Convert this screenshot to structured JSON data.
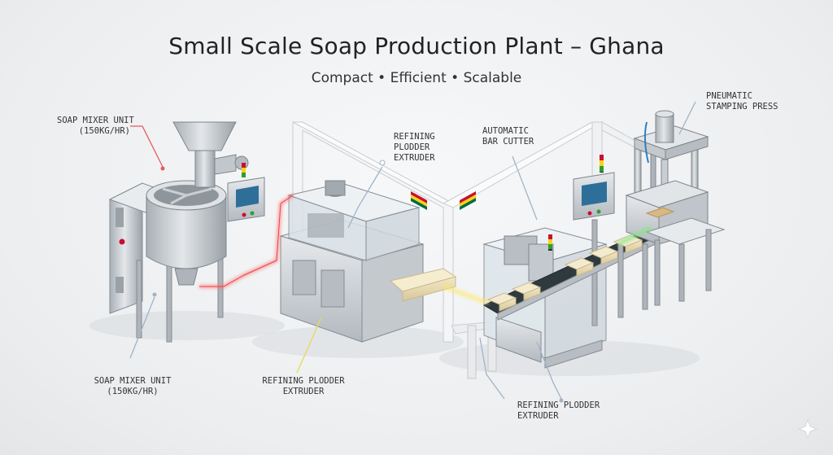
{
  "header": {
    "title": "Small Scale Soap Production Plant – Ghana",
    "subtitle": "Compact • Efficient • Scalable"
  },
  "callouts": {
    "mixer_top": {
      "line1": "SOAP MIXER UNIT",
      "line2": "(150kg/hr)"
    },
    "plodder_top": {
      "line1": "REFINING",
      "line2": "PLODDER",
      "line3": "EXTRUDER"
    },
    "cutter_top": {
      "line1": "AUTOMATIC",
      "line2": "BAR CUTTER"
    },
    "press_top": {
      "line1": "PNEUMATIC",
      "line2": "STAMPING PRESS"
    },
    "mixer_bottom": {
      "line1": "SOAP MIXER UNIT",
      "line2": "(150kg/hr)"
    },
    "plodder_bottom": {
      "line1": "REFINING PLODDER",
      "line2": "EXTRUDER"
    },
    "cutter_bottom": {
      "line1": "REFINING PLODDER",
      "line2": "EXTRUDER"
    }
  },
  "colors": {
    "steel": "#c9ced3",
    "steel_dark": "#8f969c",
    "frame": "#f2f3f4",
    "soap": "#e9dcb4",
    "flag_red": "#c8102e",
    "flag_yellow": "#fcd116",
    "flag_green": "#006b3f",
    "callout_red": "#e85a5a",
    "callout_blue": "#9fb4c8",
    "callout_yellow": "#e8d85a",
    "callout_green": "#8fd88f"
  }
}
